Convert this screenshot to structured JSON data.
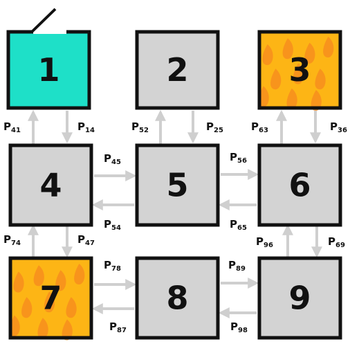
{
  "colors": {
    "background": "#ffffff",
    "room_default": "#d3d3d3",
    "room_start": "#1ee0c8",
    "room_fire": "#fdb515",
    "flame": "#f5891f",
    "arrow": "#cfcfcf",
    "wall": "#111111"
  },
  "rooms": [
    {
      "id": "1",
      "label": "1",
      "fill": "start"
    },
    {
      "id": "2",
      "label": "2",
      "fill": "default"
    },
    {
      "id": "3",
      "label": "3",
      "fill": "fire"
    },
    {
      "id": "4",
      "label": "4",
      "fill": "default"
    },
    {
      "id": "5",
      "label": "5",
      "fill": "default"
    },
    {
      "id": "6",
      "label": "6",
      "fill": "default"
    },
    {
      "id": "7",
      "label": "7",
      "fill": "fire"
    },
    {
      "id": "8",
      "label": "8",
      "fill": "default"
    },
    {
      "id": "9",
      "label": "9",
      "fill": "default"
    }
  ],
  "transitions": [
    {
      "from": "4",
      "to": "1",
      "base": "P",
      "sub": "41"
    },
    {
      "from": "1",
      "to": "4",
      "base": "P",
      "sub": "14"
    },
    {
      "from": "5",
      "to": "2",
      "base": "P",
      "sub": "52"
    },
    {
      "from": "2",
      "to": "5",
      "base": "P",
      "sub": "25"
    },
    {
      "from": "6",
      "to": "3",
      "base": "P",
      "sub": "63"
    },
    {
      "from": "3",
      "to": "6",
      "base": "P",
      "sub": "36"
    },
    {
      "from": "4",
      "to": "5",
      "base": "P",
      "sub": "45"
    },
    {
      "from": "5",
      "to": "4",
      "base": "P",
      "sub": "54"
    },
    {
      "from": "5",
      "to": "6",
      "base": "P",
      "sub": "56"
    },
    {
      "from": "6",
      "to": "5",
      "base": "P",
      "sub": "65"
    },
    {
      "from": "7",
      "to": "4",
      "base": "P",
      "sub": "74"
    },
    {
      "from": "4",
      "to": "7",
      "base": "P",
      "sub": "47"
    },
    {
      "from": "9",
      "to": "6",
      "base": "P",
      "sub": "96"
    },
    {
      "from": "6",
      "to": "9",
      "base": "P",
      "sub": "69"
    },
    {
      "from": "7",
      "to": "8",
      "base": "P",
      "sub": "78"
    },
    {
      "from": "8",
      "to": "7",
      "base": "P",
      "sub": "87"
    },
    {
      "from": "8",
      "to": "9",
      "base": "P",
      "sub": "89"
    },
    {
      "from": "9",
      "to": "8",
      "base": "P",
      "sub": "98"
    }
  ]
}
